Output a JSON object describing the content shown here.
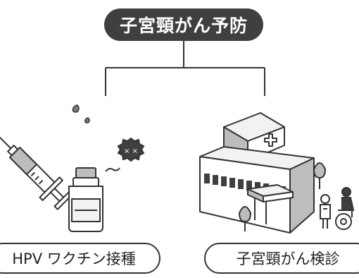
{
  "title": "子宮頸がん予防",
  "branches": [
    {
      "label": "HPV ワクチン接種"
    },
    {
      "label": "子宮頸がん検診"
    }
  ],
  "colors": {
    "pill": "#3f3f3f",
    "stroke": "#333333",
    "fill_light": "#f2f2f2",
    "fill_mid": "#bdbdbd"
  },
  "icons": [
    "syringe-icon",
    "vaccine-vial-icon",
    "dizzy-germ-icon",
    "hospital-building-icon",
    "tree-icon",
    "doctor-icon",
    "wheelchair-patient-icon"
  ]
}
